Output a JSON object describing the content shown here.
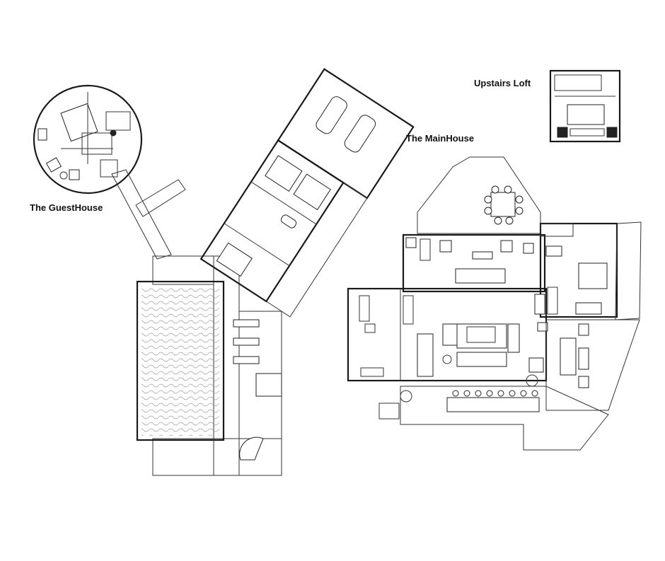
{
  "labels": {
    "guesthouse": "The GuestHouse",
    "mainhouse": "The MainHouse",
    "loft": "Upstairs Loft"
  },
  "colors": {
    "background": "#ffffff",
    "lines": "#1a1a1a",
    "hatch": "#777777"
  }
}
